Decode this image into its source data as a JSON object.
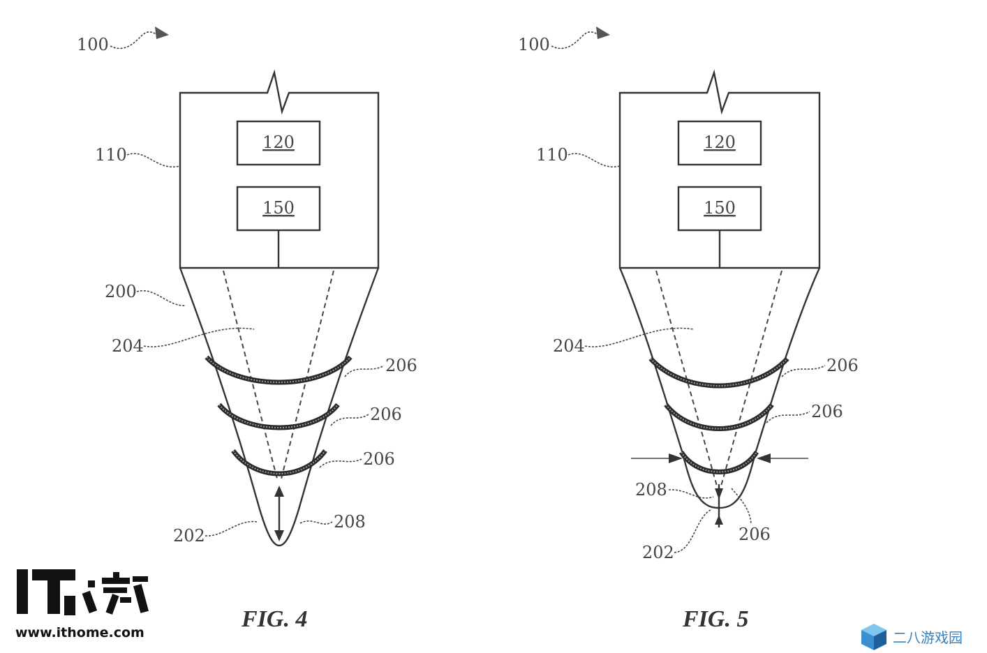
{
  "figures": [
    {
      "id": "fig4",
      "caption": "FIG. 4",
      "labels": {
        "system": "100",
        "housing": "110",
        "module_a": "120",
        "module_b": "150",
        "tip": "200",
        "body": "204",
        "band_1": "206",
        "band_2": "206",
        "band_3": "206",
        "end": "202",
        "travel": "208"
      }
    },
    {
      "id": "fig5",
      "caption": "FIG. 5",
      "labels": {
        "system": "100",
        "housing": "110",
        "module_a": "120",
        "module_b": "150",
        "body": "204",
        "band_1": "206",
        "band_2": "206",
        "band_3": "206",
        "end": "202",
        "travel": "208"
      }
    }
  ],
  "watermarks": {
    "ithome_url": "www.ithome.com",
    "ithome_logo_text": "IT之家",
    "site_name": "二八游戏园"
  }
}
